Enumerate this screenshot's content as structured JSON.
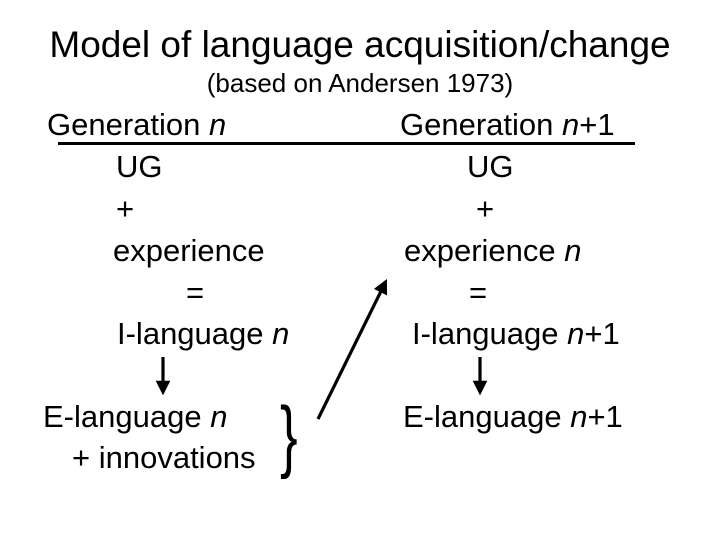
{
  "slide": {
    "title": "Model of language acquisition/change",
    "subtitle": "(based on Andersen 1973)"
  },
  "columns": {
    "left": {
      "header": {
        "pre": "Generation ",
        "it": "n",
        "post": ""
      },
      "ug": "UG",
      "plus": "+",
      "experience": {
        "pre": "experience",
        "it": "",
        "post": ""
      },
      "equals": "=",
      "ilanguage": {
        "pre": "I-language ",
        "it": "n",
        "post": ""
      },
      "elanguage": {
        "pre": "E-language ",
        "it": "n",
        "post": ""
      },
      "innovations": "+ innovations"
    },
    "right": {
      "header": {
        "pre": "Generation ",
        "it": "n",
        "post": "+1"
      },
      "ug": "UG",
      "plus": "+",
      "experience": {
        "pre": "experience ",
        "it": "n",
        "post": ""
      },
      "equals": "=",
      "ilanguage": {
        "pre": "I-language ",
        "it": "n",
        "post": "+1"
      },
      "elanguage": {
        "pre": "E-language ",
        "it": "n",
        "post": "+1"
      }
    }
  },
  "symbols": {
    "brace": "}",
    "down_arrow_left": "down-arrow",
    "down_arrow_right": "down-arrow",
    "diagonal_arrow": "up-right-arrow"
  },
  "colors": {
    "text": "#000000",
    "background": "#ffffff"
  }
}
